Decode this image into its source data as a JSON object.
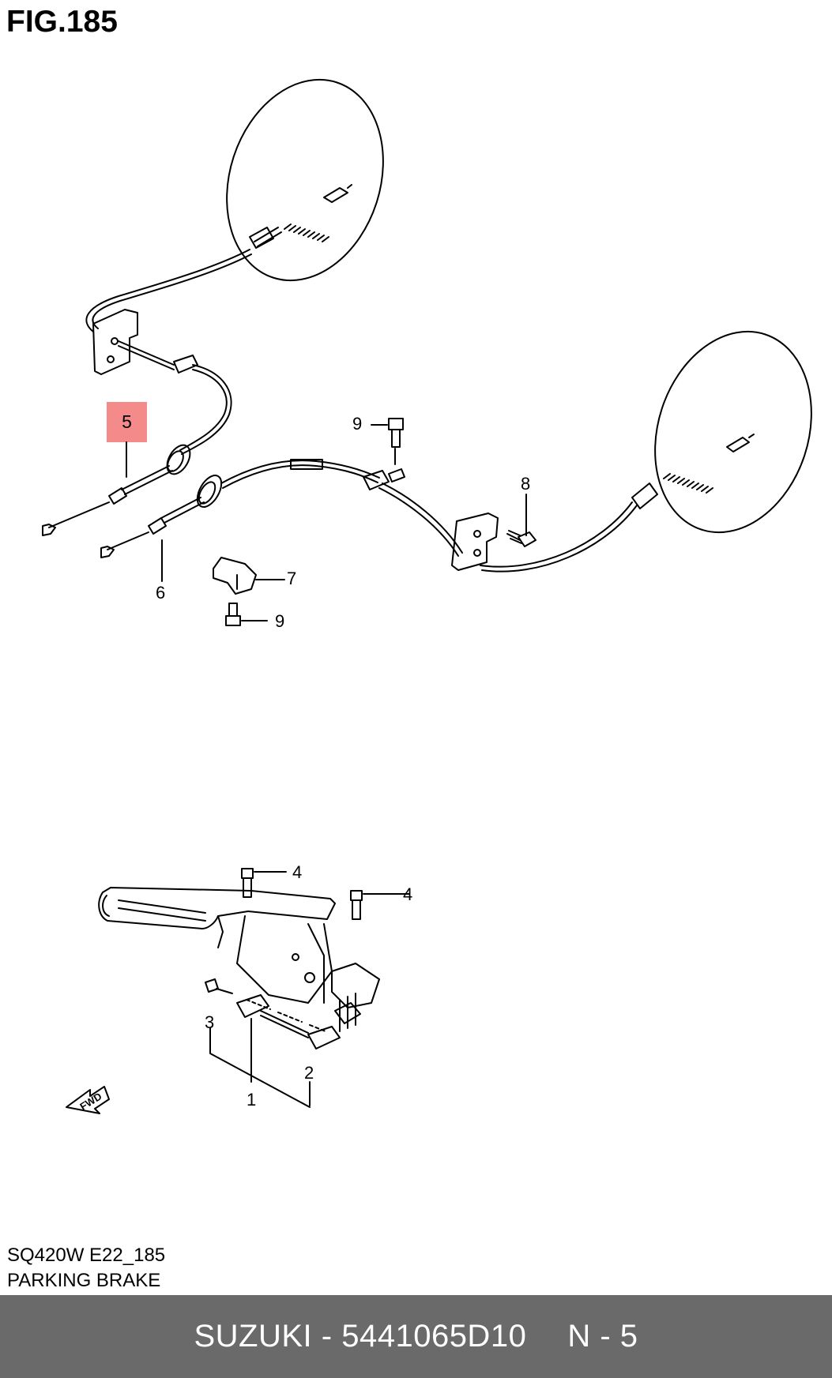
{
  "figure": {
    "title": "FIG.185"
  },
  "callouts": {
    "c1": "1",
    "c2": "2",
    "c3": "3",
    "c4a": "4",
    "c4b": "4",
    "c5": "5",
    "c6": "6",
    "c7": "7",
    "c8": "8",
    "c9a": "9",
    "c9b": "9"
  },
  "fwd_label": "FWD",
  "highlight_color": "#f58a8a",
  "caption": {
    "code": "SQ420W E22_185",
    "title": "PARKING BRAKE"
  },
  "footer": {
    "part": "SUZUKI - 5441065D10",
    "ref": "N - 5"
  }
}
